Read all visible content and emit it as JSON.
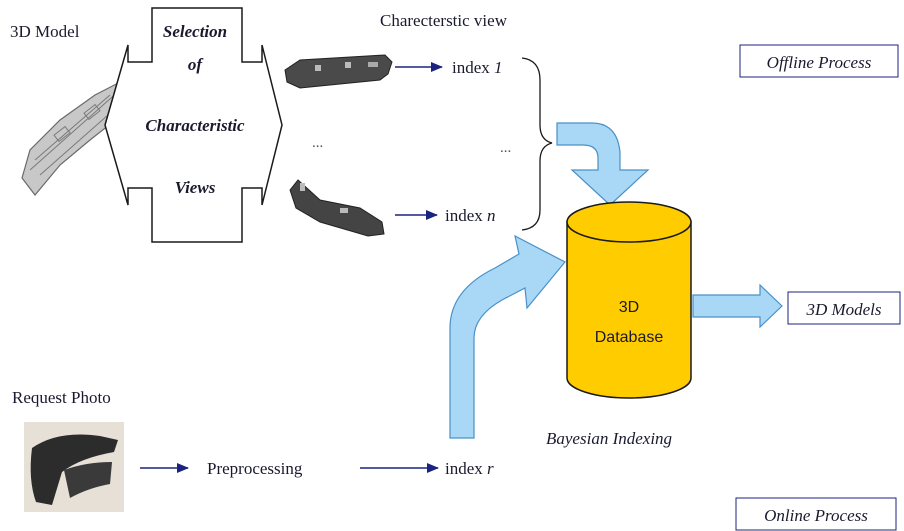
{
  "labels": {
    "model_3d": "3D Model",
    "selection_1": "Selection",
    "selection_2": "of",
    "selection_3": "Characteristic",
    "selection_4": "Views",
    "charact_view": "Charecterstic view",
    "index_1_prefix": "index ",
    "index_1_var": "1",
    "ellipsis_a": "...",
    "ellipsis_b": "...",
    "index_n_prefix": "index ",
    "index_n_var": "n",
    "offline": "Offline Process",
    "db_line1": "3D",
    "db_line2": "Database",
    "models_3d": "3D Models",
    "request_photo": "Request Photo",
    "preprocessing": "Preprocessing",
    "index_r_prefix": "index ",
    "index_r_var": "r",
    "bayesian": "Bayesian Indexing",
    "online": "Online Process"
  },
  "colors": {
    "arrow_fill": "#a8d8f5",
    "arrow_stroke": "#4a90c8",
    "db_fill": "#ffcc00",
    "db_stroke": "#1a1a1a",
    "navy": "#1a237e",
    "text": "#1a1a2e"
  },
  "icons": [
    "3d-model-image",
    "view-image-1",
    "view-image-n",
    "request-photo-image"
  ]
}
